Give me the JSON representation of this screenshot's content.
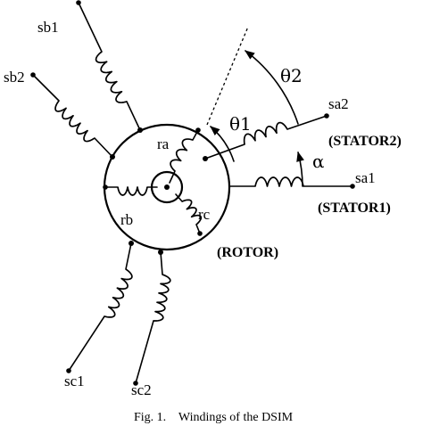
{
  "labels": {
    "sb1": "sb1",
    "sb2": "sb2",
    "sa2": "sa2",
    "sa1": "sa1",
    "sc1": "sc1",
    "sc2": "sc2",
    "ra": "ra",
    "rb": "rb",
    "rc": "rc",
    "theta2": "θ2",
    "theta1": "θ1",
    "alpha": "α",
    "stator2": "(STATOR2)",
    "stator1": "(STATOR1)",
    "rotor": "(ROTOR)"
  },
  "caption": "Fig. 1.    Windings of the DSIM"
}
